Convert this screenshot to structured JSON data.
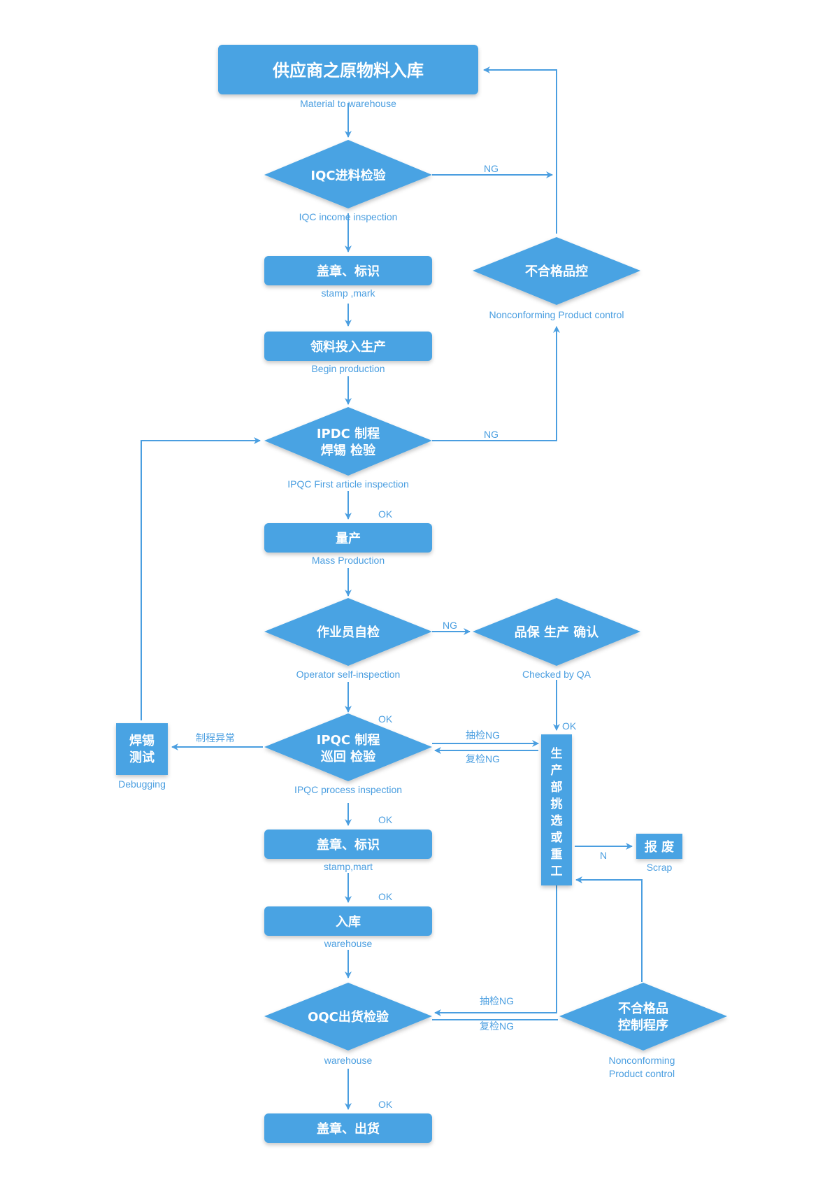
{
  "colors": {
    "node_fill": "#4aa3e3",
    "line": "#4a9ee0",
    "text_light": "#4a9ee0",
    "text_on_node": "#ffffff"
  },
  "nodes": {
    "supplier": {
      "title": "供应商之原物料入库",
      "caption": "Material to warehouse"
    },
    "iqc": {
      "title": "IQC进料检验",
      "caption": "IQC income inspection"
    },
    "stamp1": {
      "title": "盖章、标识",
      "caption": "stamp ,mark"
    },
    "begin": {
      "title": "领料投入生产",
      "caption": "Begin  production"
    },
    "ipdc": {
      "title1": "IPDC 制程",
      "title2": "焊锡 检验",
      "caption": "IPQC First article inspection"
    },
    "mass": {
      "title": "量产",
      "caption": "Mass Production"
    },
    "self": {
      "title": "作业员自检",
      "caption": "Operator self-inspection"
    },
    "ipqc": {
      "title1": "IPQC 制程",
      "title2": "巡回 检验",
      "caption": "IPQC process inspection"
    },
    "stamp2": {
      "title": "盖章、标识",
      "caption": "stamp,mart"
    },
    "warehouse": {
      "title": "入库",
      "caption": "warehouse"
    },
    "oqc": {
      "title": "OQC出货检验",
      "caption": "warehouse"
    },
    "ship": {
      "title": "盖章、出货"
    },
    "nc_top": {
      "title": "不合格品控",
      "caption": "Nonconforming Product control"
    },
    "qa": {
      "title": "品保  生产  确认",
      "caption": "Checked by QA"
    },
    "debug": {
      "title1": "焊锡",
      "title2": "测试",
      "caption": "Debugging"
    },
    "rework": {
      "chars": [
        "生",
        "产",
        "部",
        "挑",
        "选",
        "或",
        "重",
        "工"
      ]
    },
    "scrap": {
      "title": "报 废",
      "caption": "Scrap"
    },
    "nc_bottom": {
      "title1": "不合格品",
      "title2": "控制程序",
      "caption1": "Nonconforming",
      "caption2": "Product control"
    }
  },
  "edges": {
    "iqc_ng": "NG",
    "ipdc_ng": "NG",
    "ipdc_ok": "OK",
    "self_ng": "NG",
    "self_ok": "OK",
    "qa_ok": "OK",
    "ipqc_abnormal": "制程异常",
    "ipqc_sample_ng": "抽检NG",
    "ipqc_recheck_ng": "复检NG",
    "ipqc_ok": "OK",
    "stamp2_ok": "OK",
    "rework_n": "N",
    "oqc_sample_ng": "抽检NG",
    "oqc_recheck_ng": "复检NG",
    "oqc_ok": "OK"
  }
}
